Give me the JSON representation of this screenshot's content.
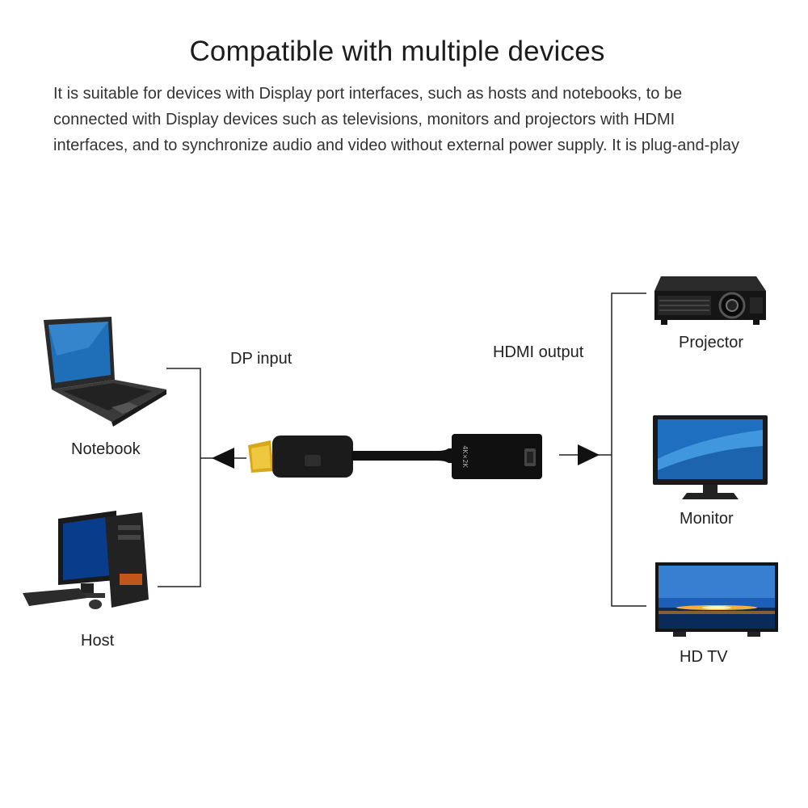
{
  "title": "Compatible with multiple devices",
  "description": [
    "It is suitable for devices with Display port interfaces, such as hosts and notebooks, to be",
    "connected with Display devices such as televisions, monitors and projectors with HDMI",
    "interfaces, and to synchronize audio and video without external power supply. It is plug-and-play"
  ],
  "input_devices": [
    "Notebook",
    "Host"
  ],
  "output_devices": [
    "Projector",
    "Monitor",
    "HD TV"
  ],
  "ports": {
    "input": "DP input",
    "output": "HDMI output"
  },
  "adapter_print": "4K×2K"
}
